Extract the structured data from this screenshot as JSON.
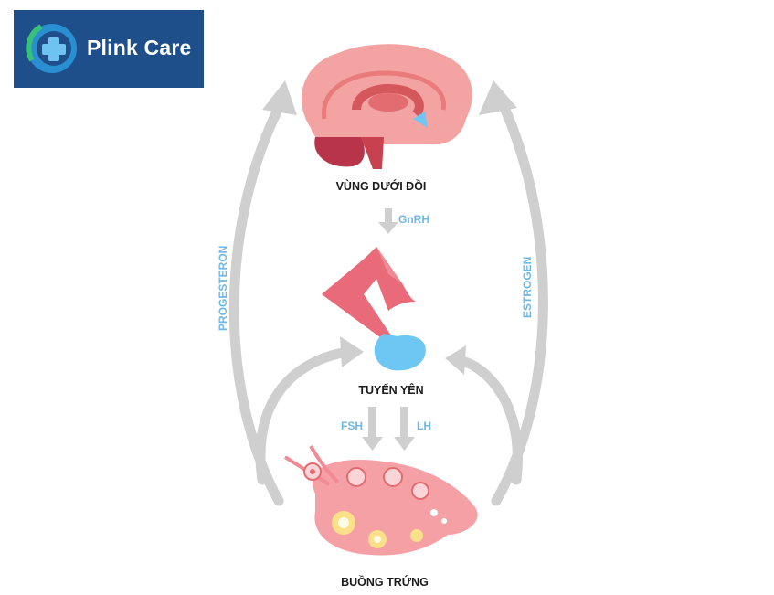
{
  "logo": {
    "text": "Plink Care",
    "bg_color": "#1f4f8b",
    "icon": "medical-cross-circle-icon"
  },
  "diagram": {
    "nodes": {
      "hypothalamus": "VÙNG DƯỚI ĐỒI",
      "pituitary": "TUYẾN YÊN",
      "ovary": "BUỒNG TRỨNG"
    },
    "hormones": {
      "gnrh": "GnRH",
      "fsh": "FSH",
      "lh": "LH",
      "progesteron": "PROGESTERON",
      "estrogen": "ESTROGEN"
    },
    "colors": {
      "arrow": "#cfcfcf",
      "hormone_text": "#6fb7e6",
      "brain": "#f08a8a",
      "pituitary_gland": "#6ec6f2",
      "ovary": "#f39aa0"
    }
  }
}
